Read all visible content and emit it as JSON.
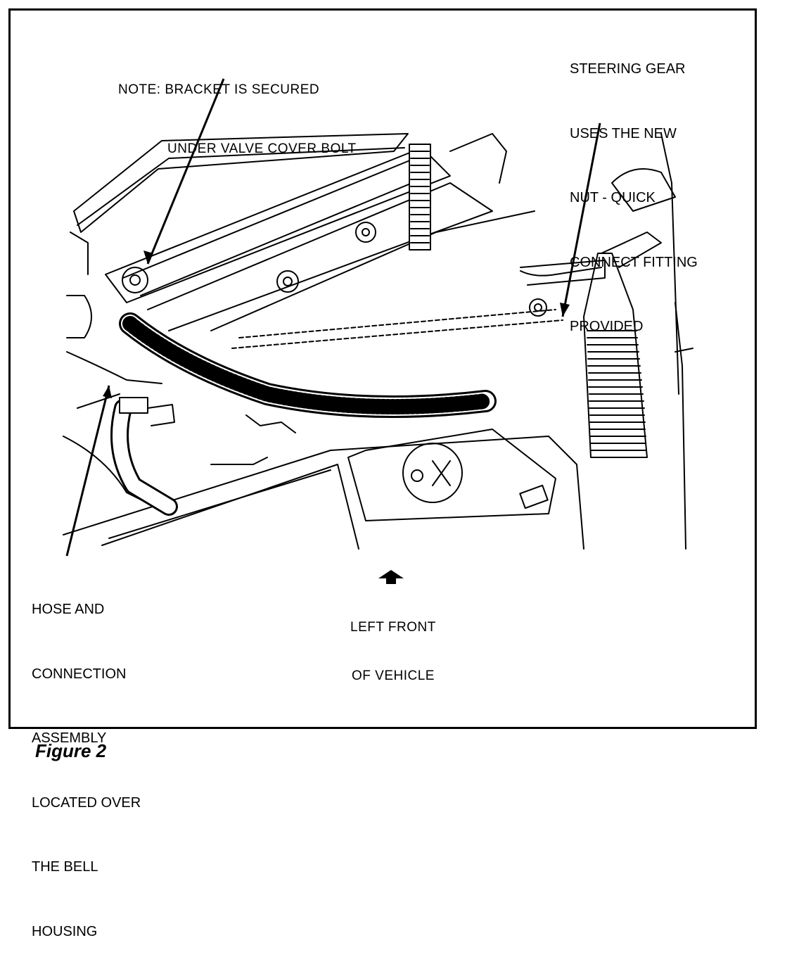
{
  "labels": {
    "note": [
      "NOTE: BRACKET IS SECURED",
      "UNDER VALVE COVER BOLT"
    ],
    "steering": [
      "STEERING GEAR",
      "USES THE NEW",
      "NUT - QUICK",
      "CONNECT FITTING",
      "PROVIDED"
    ],
    "hose": [
      "HOSE AND",
      "CONNECTION",
      "ASSEMBLY",
      "LOCATED OVER",
      "THE BELL",
      "HOUSING"
    ],
    "front": [
      "LEFT FRONT",
      "OF VEHICLE"
    ]
  },
  "caption": "Figure 2"
}
